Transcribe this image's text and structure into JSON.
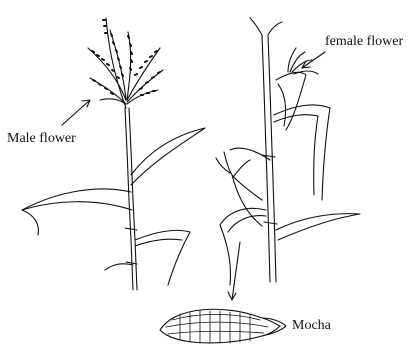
{
  "labels": {
    "male_flower": "Male flower",
    "female_flower": "female flower",
    "mocha": "Mocha"
  },
  "colors": {
    "ink": "#111111",
    "background": "#ffffff"
  }
}
